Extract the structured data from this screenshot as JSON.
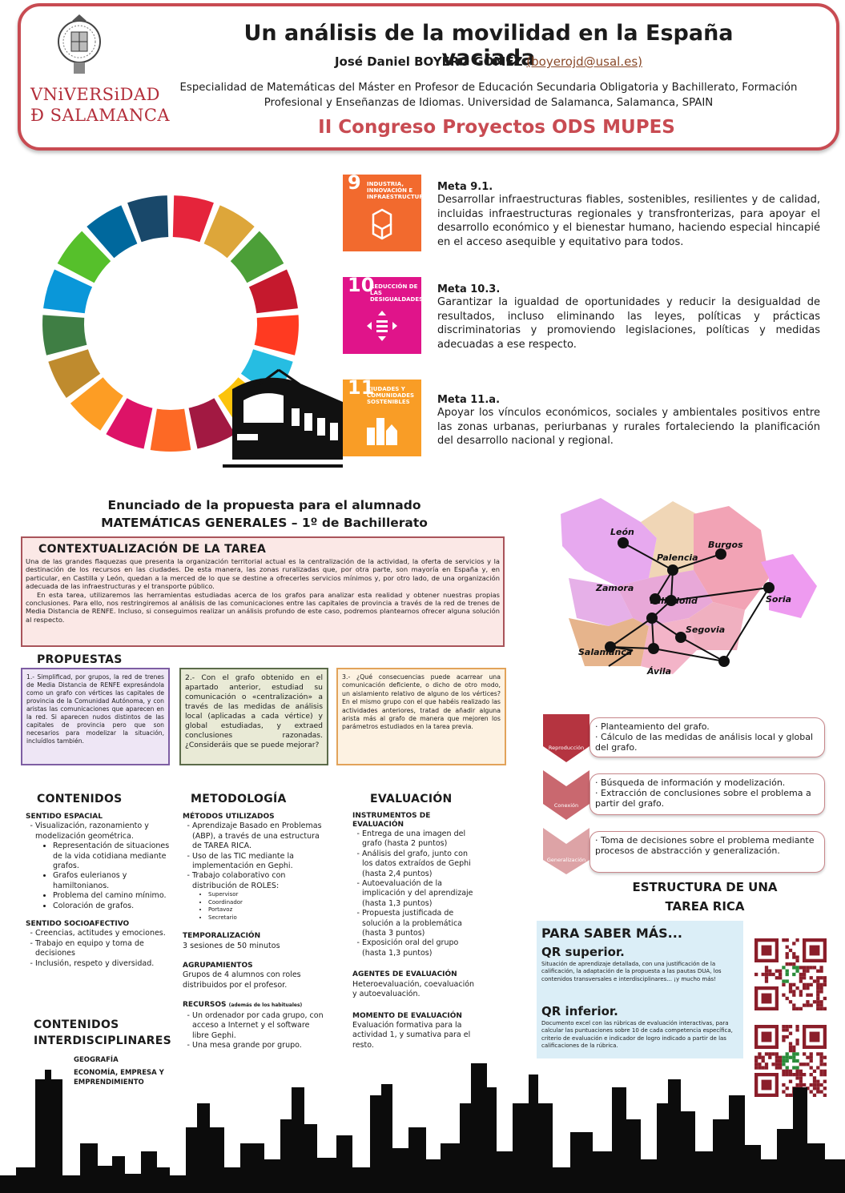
{
  "header": {
    "title": "Un análisis de la movilidad en la España vaciada",
    "author_name": "José Daniel BOYERO GÓMEZ",
    "author_email": "(boyerojd@usal.es)",
    "affiliation_line1": "Especialidad de Matemáticas del Máster en Profesor de Educación Secundaria Obligatoria y Bachillerato, Formación",
    "affiliation_line2": "Profesional y Enseñanzas de Idiomas. Universidad de Salamanca, Salamanca, SPAIN",
    "congress": "II Congreso Proyectos ODS MUPES",
    "university_line1": "VNiVERSiDAD",
    "university_line2": "Ð SALAMANCA"
  },
  "sdg_tiles": [
    {
      "number": "9",
      "label": "Industria, innovación e infraestructura",
      "color": "#f26a2e"
    },
    {
      "number": "10",
      "label": "Reducción de las desigualdades",
      "color": "#e0148a"
    },
    {
      "number": "11",
      "label": "Ciudades y comunidades sostenibles",
      "color": "#f99d26"
    }
  ],
  "metas": [
    {
      "heading": "Meta 9.1.",
      "text": "Desarrollar infraestructuras fiables, sostenibles, resilientes y de calidad, incluidas infraestructuras regionales y transfronterizas, para apoyar el desarrollo económico y el bienestar humano, haciendo especial hincapié en el acceso asequible y equitativo para todos."
    },
    {
      "heading": "Meta 10.3.",
      "text": "Garantizar la igualdad de oportunidades y reducir la desigualdad de resultados, incluso eliminando las leyes, políticas y prácticas discriminatorias y promoviendo legislaciones, políticas y medidas adecuadas a ese respecto."
    },
    {
      "heading": "Meta 11.a.",
      "text": "Apoyar los vínculos económicos, sociales y ambientales positivos entre las zonas urbanas, periurbanas y rurales fortaleciendo la planificación del desarrollo nacional y regional."
    }
  ],
  "enunciado": {
    "line1": "Enunciado de la propuesta para el alumnado",
    "line2": "MATEMÁTICAS GENERALES – 1º de Bachillerato"
  },
  "contextualizacion": {
    "heading": "CONTEXTUALIZACIÓN DE LA TAREA",
    "p1": "Una de las grandes flaquezas que presenta la organización territorial actual es la centralización de la actividad, la oferta de servicios y la destinación de los recursos en las ciudades. De esta manera, las zonas ruralizadas que, por otra parte, son mayoría en España y, en particular, en Castilla y León, quedan a la merced de lo que se destine a ofrecerles servicios mínimos y, por otro lado, de una organización adecuada de las infraestructuras y el transporte público.",
    "p2": "En esta tarea, utilizaremos las herramientas estudiadas acerca de los grafos para analizar esta realidad y obtener nuestras propias conclusiones. Para ello, nos restringiremos al análisis de las comunicaciones entre las capitales de provincia a través de la red de trenes de Media Distancia de RENFE. Incluso, si conseguimos realizar un análisis profundo de este caso, podremos plantearnos ofrecer alguna solución al respecto."
  },
  "propuestas": {
    "heading": "PROPUESTAS",
    "items": [
      {
        "text": "1.- Simplificad, por grupos, la red de trenes de Media Distancia de RENFE expresándola como un grafo con vértices las capitales de provincia de la Comunidad Autónoma, y con aristas las comunicaciones que aparecen en la red. Si aparecen nudos distintos de las capitales de provincia pero que son necesarios para modelizar la situación, incluídlos también."
      },
      {
        "text": "2.- Con el grafo obtenido en el apartado anterior, estudiad su comunicación o «centralización» a través de las medidas de análisis local (aplicadas a cada vértice) y global estudiadas, y extraed conclusiones razonadas. ¿Consideráis que se puede mejorar?"
      },
      {
        "text": "3.- ¿Qué consecuencias puede acarrear una comunicación deficiente, o dicho de otro modo, un aislamiento relativo de alguno de los vértices? En el mismo grupo con el que habéis realizado las actividades anteriores, tratad de añadir alguna arista más al grafo de manera que mejoren los parámetros estudiados en la tarea previa."
      }
    ]
  },
  "map": {
    "cities": [
      "León",
      "Burgos",
      "Palencia",
      "Zamora",
      "Valladolid",
      "Soria",
      "Segovia",
      "Salamanca",
      "Ávila"
    ]
  },
  "estructura": {
    "steps": [
      {
        "label": "Reproducción",
        "lines": [
          "Planteamiento del grafo.",
          "Cálculo de las medidas de análisis local y global del grafo."
        ]
      },
      {
        "label": "Conexión",
        "lines": [
          "Búsqueda de información y modelización.",
          "Extracción de conclusiones sobre el problema a partir del grafo."
        ]
      },
      {
        "label": "Generalización",
        "lines": [
          "Toma de decisiones sobre el problema mediante procesos de abstracción y generalización."
        ]
      }
    ],
    "title_line1": "ESTRUCTURA DE UNA",
    "title_line2": "TAREA RICA"
  },
  "contenidos": {
    "heading": "CONTENIDOS",
    "espacial_heading": "SENTIDO ESPACIAL",
    "espacial_item": "Visualización, razonamiento y modelización geométrica.",
    "espacial_sub": [
      "Representación de situaciones de la vida cotidiana mediante grafos.",
      "Grafos eulerianos y hamiltonianos.",
      "Problema del camino mínimo.",
      "Coloración de grafos."
    ],
    "socio_heading": "SENTIDO SOCIOAFECTIVO",
    "socio_items": [
      "Creencias, actitudes y emociones.",
      "Trabajo en equipo y toma de decisiones",
      "Inclusión, respeto y diversidad."
    ],
    "inter_heading1": "CONTENIDOS",
    "inter_heading2": "INTERDISCIPLINARES",
    "inter_items": [
      "GEOGRAFÍA",
      "ECONOMÍA, EMPRESA Y",
      "EMPRENDIMIENTO"
    ]
  },
  "metodologia": {
    "heading": "METODOLOGÍA",
    "metodos_heading": "MÉTODOS UTILIZADOS",
    "metodos": [
      "Aprendizaje Basado en Problemas (ABP), a través de una estructura de TAREA RICA.",
      "Uso de las TIC mediante la implementación en Gephi.",
      "Trabajo colaborativo con distribución de ROLES:"
    ],
    "roles": [
      "Supervisor",
      "Coordinador",
      "Portavoz",
      "Secretario"
    ],
    "temporalizacion_heading": "TEMPORALIZACIÓN",
    "temporalizacion": "3 sesiones de 50 minutos",
    "agrupamientos_heading": "AGRUPAMIENTOS",
    "agrupamientos": "Grupos de 4 alumnos con roles distribuidos por el profesor.",
    "recursos_heading": "RECURSOS",
    "recursos_note": "(además de los habituales)",
    "recursos": [
      "Un ordenador por cada grupo, con acceso a Internet y el software libre Gephi.",
      "Una mesa grande por grupo."
    ]
  },
  "evaluacion": {
    "heading": "EVALUACIÓN",
    "instrumentos_heading1": "INSTRUMENTOS DE",
    "instrumentos_heading2": "EVALUACIÓN",
    "instrumentos": [
      "Entrega de una imagen del grafo (hasta 2 puntos)",
      "Análisis del grafo, junto con los datos extraídos de Gephi (hasta 2,4 puntos)",
      "Autoevaluación de la implicación y del aprendizaje (hasta 1,3 puntos)",
      "Propuesta justificada de solución a la problemática (hasta 3 puntos)",
      "Exposición oral del grupo (hasta 1,3 puntos)"
    ],
    "agentes_heading": "AGENTES DE EVALUACIÓN",
    "agentes": "Heteroevaluación, coevaluación y autoevaluación.",
    "momento_heading": "MOMENTO DE EVALUACIÓN",
    "momento": "Evaluación formativa para la actividad 1, y sumativa para el resto."
  },
  "saber_mas": {
    "heading": "PARA SABER MÁS...",
    "qr1_title": "QR superior.",
    "qr1_text": "Situación de aprendizaje detallada, con una justificación de la calificación, la adaptación de la propuesta a las pautas DUA, los contenidos transversales e interdisciplinares... ¡y mucho más!",
    "qr2_title": "QR inferior.",
    "qr2_text": "Documento excel con las rúbricas de evaluación interactivas, para calcular las puntuaciones sobre 10 de cada competencia específica, criterio de evaluación e indicador de logro indicado a partir de las calificaciones de la rúbrica."
  },
  "colors": {
    "accent_red": "#c84b52",
    "sdg_wheel": [
      "#e5243b",
      "#dda63a",
      "#4c9f38",
      "#c5192d",
      "#ff3a21",
      "#26bde2",
      "#fcc30b",
      "#a21942",
      "#fd6925",
      "#dd1367",
      "#fd9d24",
      "#bf8b2e",
      "#3f7e44",
      "#0a97d9",
      "#56c02b",
      "#00689d",
      "#19486a"
    ]
  }
}
